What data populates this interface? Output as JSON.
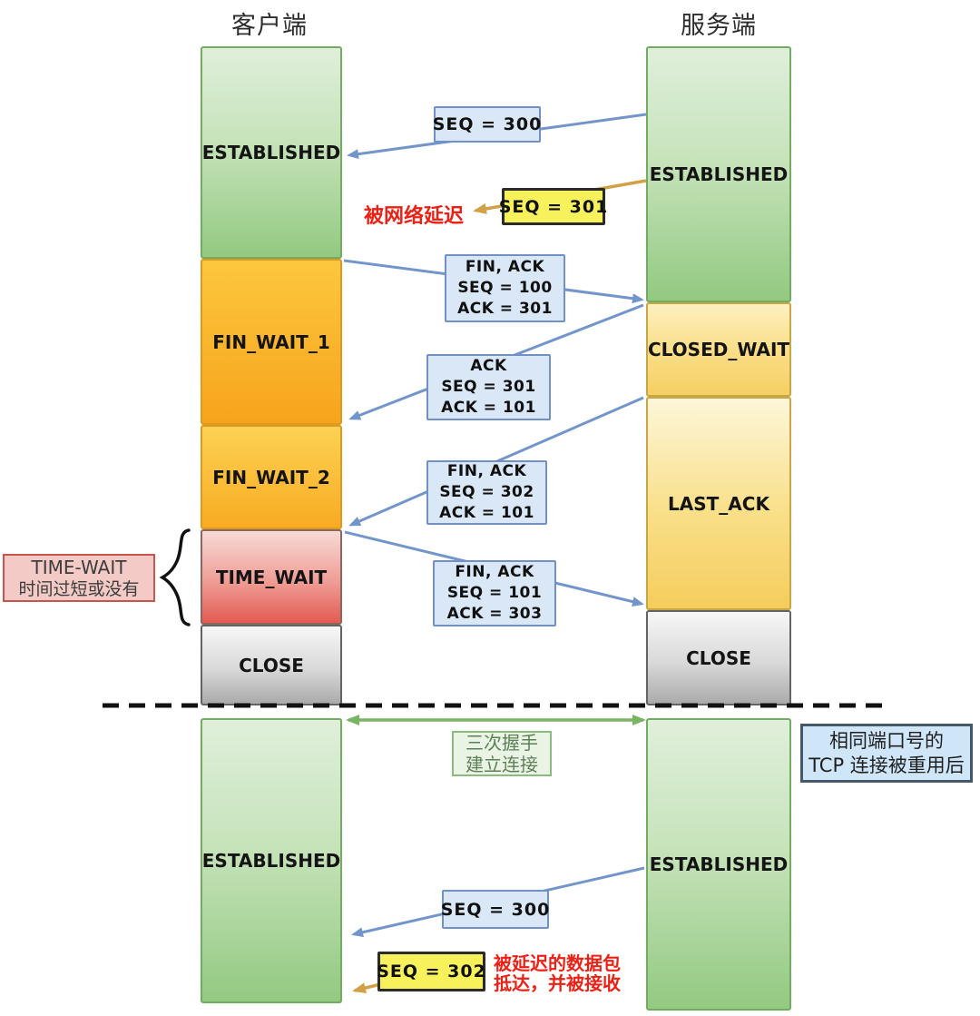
{
  "diagram": {
    "client_title": "客户端",
    "server_title": "服务端",
    "client_states": [
      "ESTABLISHED",
      "FIN_WAIT_1",
      "FIN_WAIT_2",
      "TIME_WAIT",
      "CLOSE"
    ],
    "client_state_bottom": "ESTABLISHED",
    "server_states": [
      "ESTABLISHED",
      "CLOSED_WAIT",
      "LAST_ACK",
      "CLOSE"
    ],
    "server_state_bottom": "ESTABLISHED"
  },
  "messages": {
    "seq300_top": "SEQ = 300",
    "seq301_delayed": "SEQ = 301",
    "fin_ack_1": [
      "FIN, ACK",
      "SEQ = 100",
      "ACK = 301"
    ],
    "ack_1": [
      "ACK",
      "SEQ = 301",
      "ACK = 101"
    ],
    "fin_ack_2": [
      "FIN, ACK",
      "SEQ = 302",
      "ACK = 101"
    ],
    "fin_ack_3": [
      "FIN, ACK",
      "SEQ = 101",
      "ACK = 303"
    ],
    "seq300_bottom": "SEQ = 300",
    "seq302_delayed": "SEQ = 302"
  },
  "annotations": {
    "network_delayed": "被网络延迟",
    "time_wait_note": [
      "TIME-WAIT",
      "时间过短或没有"
    ],
    "handshake_note": [
      "三次握手",
      "建立连接"
    ],
    "reuse_note": [
      "相同端口号的",
      "TCP 连接被重用后"
    ],
    "delayed_arrival_note": [
      "被延迟的数据包",
      "抵达，并被接收"
    ]
  },
  "colors": {
    "arrow_blue": "#7295cc",
    "arrow_tan": "#d2a147",
    "arrow_green": "#7ab563",
    "state_green": "#93c981",
    "state_orange": "#f7a41c",
    "state_red": "#e25b53",
    "state_gray": "#aaaaaa",
    "state_yellow": "#f6cf63",
    "msg_blue_bg": "#d9e7f7",
    "msg_yellow_bg": "#f7f15c",
    "red_text": "#ed2015",
    "dashed_divider": "#111111"
  }
}
